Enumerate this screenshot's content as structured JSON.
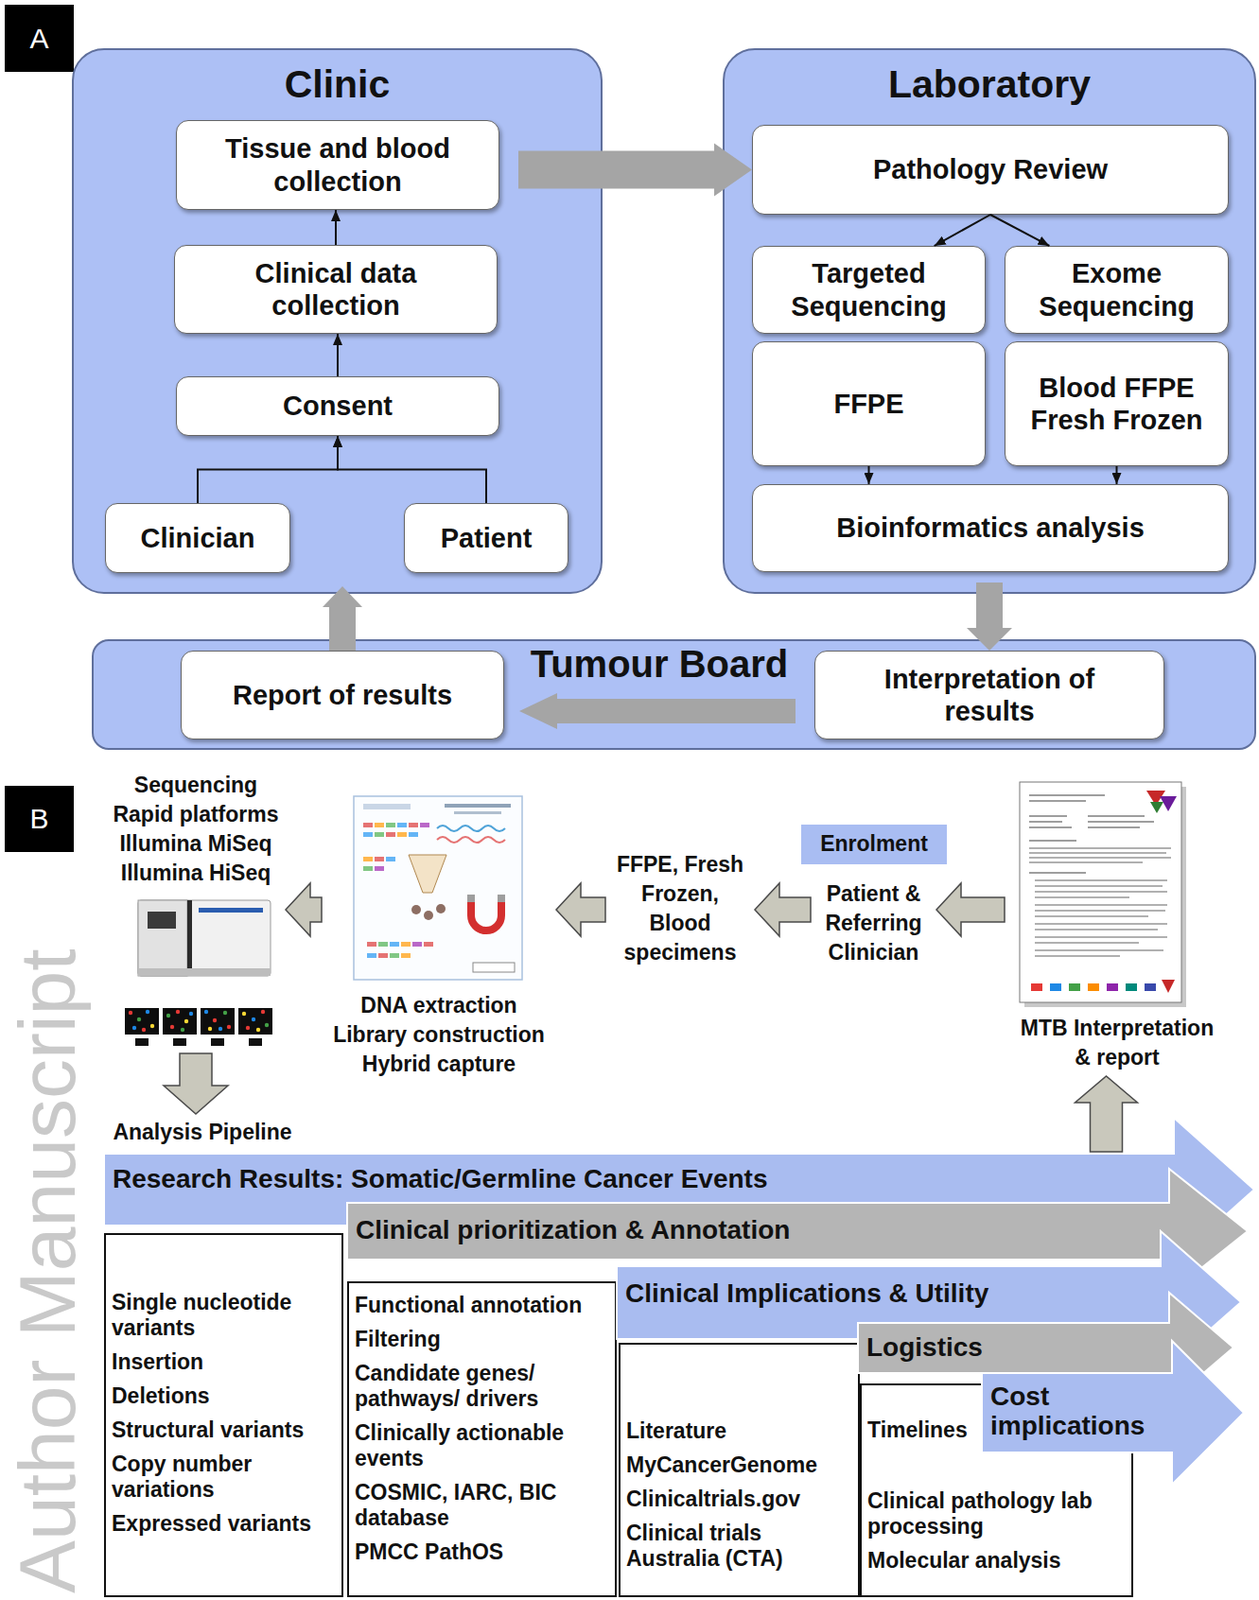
{
  "diagram": {
    "nodes": [
      {
        "text": [
          "Clinic"
        ]
      },
      {
        "text": [
          "Tissue and blood collection"
        ],
        "in": 0
      },
      {
        "text": [
          "Clinical data collection"
        ],
        "in": 0
      },
      {
        "text": [
          "Consent"
        ],
        "in": 0
      },
      {
        "text": [
          "Clinician"
        ],
        "in": 0
      },
      {
        "text": [
          "Patient"
        ],
        "in": 0
      },
      {
        "text": [
          "Laboratory"
        ]
      },
      {
        "text": [
          "Pathology Review"
        ],
        "in": 6
      },
      {
        "text": [
          "Targeted Sequencing"
        ],
        "in": 6
      },
      {
        "text": [
          "Exome Sequencing"
        ],
        "in": 6
      },
      {
        "text": [
          "FFPE"
        ],
        "in": 6
      },
      {
        "text": [
          "Blood FFPE Fresh Frozen"
        ],
        "in": 6
      },
      {
        "text": [
          "Bioinformatics analysis"
        ],
        "in": 6
      },
      {
        "text": [
          "Tumour Board"
        ]
      },
      {
        "text": [
          "Report of results"
        ],
        "in": 13
      },
      {
        "text": [
          "Interpretation of results"
        ],
        "in": 13
      },
      {
        "text": [
          "Sequencing Rapid platforms Illumina MiSeq Illumina HiSeq"
        ]
      },
      {
        "text": [
          "DNA extraction Library construction Hybrid capture"
        ]
      },
      {
        "text": [
          "FFPE, Fresh Frozen, Blood specimens"
        ]
      },
      {
        "text": [
          "Enrolment"
        ]
      },
      {
        "text": [
          "Patient & Referring Clinician"
        ]
      },
      {
        "text": [
          "MTB Interpretation & report"
        ]
      },
      {
        "text": [
          "Analysis Pipeline"
        ]
      },
      {
        "text": [
          "Research Results: Somatic/Germline Cancer Events"
        ]
      },
      {
        "text": [
          "Clinical prioritization & Annotation"
        ]
      },
      {
        "text": [
          "Clinical Implications & Utility"
        ]
      },
      {
        "text": [
          "Logistics"
        ]
      },
      {
        "text": [
          "Cost implications"
        ]
      },
      {
        "text": [
          "Single nucleotide variants",
          "Insertion",
          "Deletions",
          "Structural variants",
          "Copy number variations",
          "Expressed variants"
        ]
      },
      {
        "text": [
          "Functional annotation",
          "Filtering",
          "Candidate genes/ pathways/ drivers",
          "Clinically actionable events",
          "COSMIC, IARC, BIC database",
          "PMCC PathOS"
        ]
      },
      {
        "text": [
          "Literature",
          "MyCancerGenome",
          "Clinicaltrials.gov",
          "Clinical trials Australia (CTA)"
        ]
      },
      {
        "text": [
          "Timelines",
          "Clinical pathology lab processing",
          "Molecular analysis"
        ]
      }
    ],
    "edges": [
      {
        "from": 4,
        "to": 3,
        "arrow": "to"
      },
      {
        "from": 5,
        "to": 3,
        "arrow": "to"
      },
      {
        "from": 3,
        "to": 2,
        "arrow": "to"
      },
      {
        "from": 2,
        "to": 1,
        "arrow": "to"
      },
      {
        "from": 1,
        "to": 7,
        "arrow": "to"
      },
      {
        "from": 7,
        "to": 8,
        "arrow": "to"
      },
      {
        "from": 7,
        "to": 9,
        "arrow": "to"
      },
      {
        "from": 10,
        "to": 12,
        "arrow": "to"
      },
      {
        "from": 11,
        "to": 12,
        "arrow": "to"
      },
      {
        "from": 6,
        "to": 15,
        "arrow": "to"
      },
      {
        "from": 15,
        "to": 14,
        "arrow": "to"
      },
      {
        "from": 14,
        "to": 0,
        "arrow": "to"
      },
      {
        "from": 21,
        "to": 20,
        "arrow": "to"
      },
      {
        "from": 20,
        "to": 18,
        "arrow": "to"
      },
      {
        "from": 18,
        "to": 17,
        "arrow": "to"
      },
      {
        "from": 17,
        "to": 16,
        "arrow": "to"
      },
      {
        "from": 16,
        "to": 22,
        "arrow": "to"
      },
      {
        "from": 23,
        "to": 21,
        "arrow": "to"
      }
    ],
    "labels": [
      "A",
      "B",
      "Author Manuscript"
    ]
  }
}
